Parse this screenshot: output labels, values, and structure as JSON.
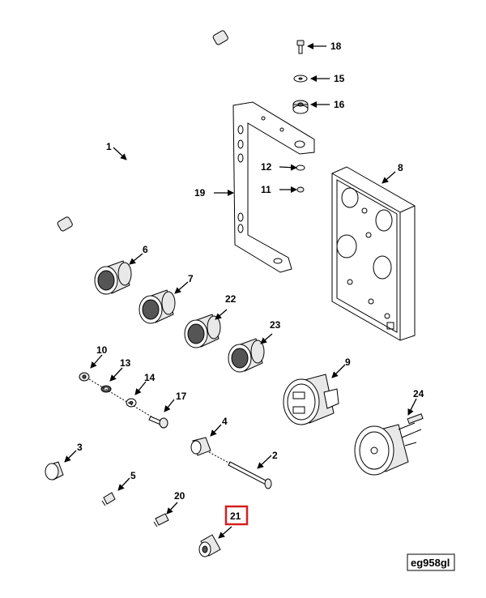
{
  "diagram": {
    "reference_code": "eg958gl",
    "highlighted_callout": "21",
    "callouts": {
      "c1": "1",
      "c2": "2",
      "c3": "3",
      "c4": "4",
      "c5": "5",
      "c6": "6",
      "c7": "7",
      "c8": "8",
      "c9": "9",
      "c10": "10",
      "c11": "11",
      "c12": "12",
      "c13": "13",
      "c14": "14",
      "c15": "15",
      "c16": "16",
      "c17": "17",
      "c18": "18",
      "c19": "19",
      "c20": "20",
      "c21": "21",
      "c22": "22",
      "c23": "23",
      "c24": "24"
    },
    "colors": {
      "highlight": "#d41f1f",
      "ink": "#000000"
    }
  }
}
